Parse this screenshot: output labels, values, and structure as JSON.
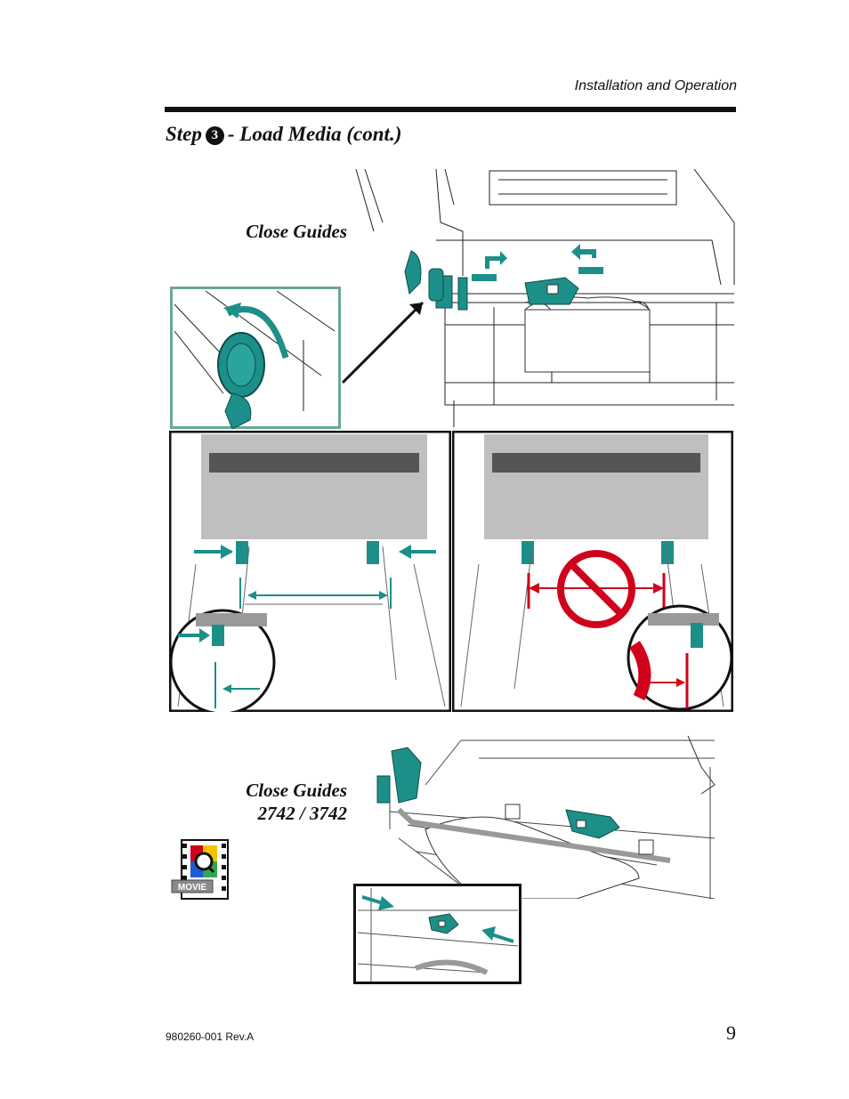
{
  "header": {
    "section": "Installation and Operation"
  },
  "step": {
    "prefix": "Step",
    "number": "3",
    "title": "- Load Media (cont.)"
  },
  "captions": {
    "close_guides": "Close Guides",
    "close_guides_models_line1": "Close Guides",
    "close_guides_models_line2": "2742 / 3742"
  },
  "movie_icon": {
    "label": "MOVIE",
    "icon": "quicktime-movie-icon"
  },
  "footer": {
    "doc_number": "980260-001 Rev.A",
    "page_number": "9"
  },
  "colors": {
    "teal": "#1d8f89",
    "red": "#d0021b",
    "inset_border": "#6aa89a"
  }
}
